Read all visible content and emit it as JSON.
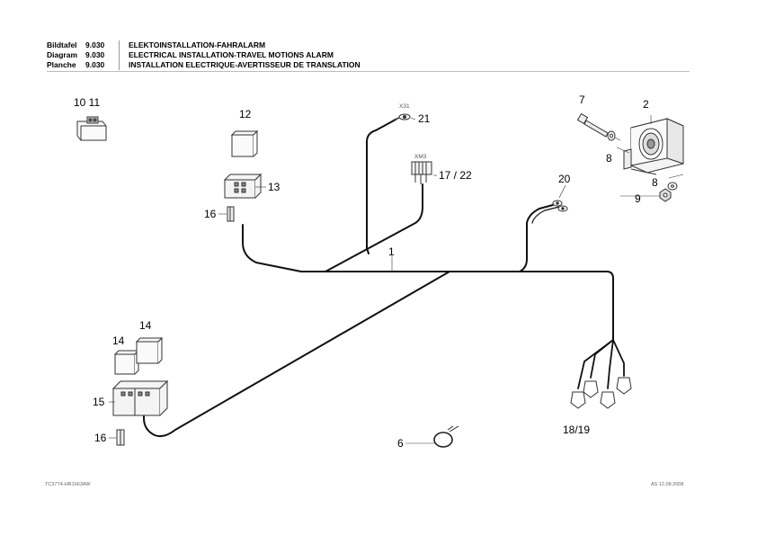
{
  "header": {
    "rows": [
      {
        "label": "Bildtafel",
        "number": "9.030",
        "title": "ELEKTOINSTALLATION-FAHRALARM"
      },
      {
        "label": "Diagram",
        "number": "9.030",
        "title": "ELECTRICAL INSTALLATION-TRAVEL MOTIONS ALARM"
      },
      {
        "label": "Planche",
        "number": "9.030",
        "title": "INSTALLATION ELECTRIQUE-AVERTISSEUR DE TRANSLATION"
      }
    ]
  },
  "callouts": {
    "c1": "1",
    "c2": "2",
    "c6": "6",
    "c7": "7",
    "c8a": "8",
    "c8b": "8",
    "c9": "9",
    "c1011": "10 11",
    "c12": "12",
    "c13": "13",
    "c14a": "14",
    "c14b": "14",
    "c15": "15",
    "c16a": "16",
    "c16b": "16",
    "c1722": "17 / 22",
    "c1819": "18/19",
    "c20": "20",
    "c21": "21"
  },
  "connector_labels": {
    "x31": "X31",
    "xm3": "XM3"
  },
  "footer": {
    "left": "TC37T4-HR1663AW",
    "right": "AS  12.08.2008"
  }
}
